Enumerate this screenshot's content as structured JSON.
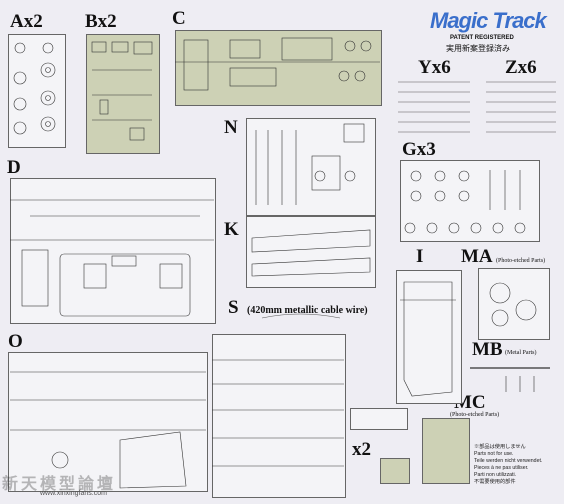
{
  "labels": {
    "A": "Ax2",
    "B": "Bx2",
    "C": "C",
    "D": "D",
    "N": "N",
    "K": "K",
    "S": "S",
    "S_desc": "(420mm metallic cable wire)",
    "Y": "Yx6",
    "Z": "Zx6",
    "G": "Gx3",
    "I": "I",
    "MA": "MA",
    "MA_desc": "(Photo-etched Parts)",
    "MB": "MB",
    "MB_desc": "(Metal Parts)",
    "MC": "MC",
    "MC_desc": "(Photo-etched Parts)",
    "O": "O",
    "x2": "x2"
  },
  "logo": {
    "brand": "Magic Track",
    "patent": "PATENT REGISTERED",
    "jp": "実用新案登録済み"
  },
  "note": {
    "lines": [
      "※部品は使用しません",
      "Parts not for use.",
      "Teile werden nicht verwendet.",
      "Pieces à ne pas utiliser.",
      "Parti non utilizzati.",
      "不需要使用的部件"
    ]
  },
  "watermark": {
    "brand": "新天模型論壇",
    "url": "www.xinxingfans.com"
  },
  "colors": {
    "accent_blue": "#3a6fcb",
    "sprue_green": "#cdd1b5",
    "background": "#eeedf3"
  }
}
